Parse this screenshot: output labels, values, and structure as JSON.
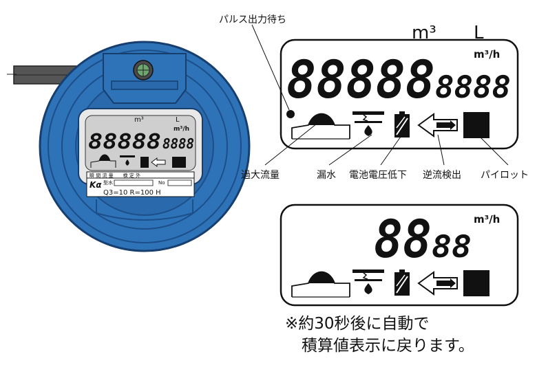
{
  "labels": {
    "pulse_wait": "パルス出力待ち",
    "excess_flow": "過大流量",
    "leak": "漏水",
    "battery_low": "電池電圧低下",
    "reverse_flow": "逆流検出",
    "pilot": "パイロット"
  },
  "units": {
    "m3": "m³",
    "liter": "L",
    "m3h": "m³/h"
  },
  "display_top": {
    "main_digits": "88888",
    "sub_digits": "8888"
  },
  "display_bottom": {
    "main_digits": "88",
    "sub_digits": "88"
  },
  "meter": {
    "digits_main": "88888",
    "digits_sub": "8888",
    "unit_m3": "m³",
    "unit_l": "L",
    "unit_m3h": "m³/h",
    "row1": "瞬 間 流 量　　検 定 外",
    "model_label": "型水",
    "no_label": "No",
    "spec": "Q3=10  R=100 H",
    "brand": "Kα"
  },
  "note": {
    "line1": "※約30秒後に自動で",
    "line2": "積算値表示に戻ります。"
  },
  "colors": {
    "body_blue": "#2e72b8",
    "dark_blue": "#1c4f8a",
    "lcd_gray": "#cfcfcf"
  }
}
